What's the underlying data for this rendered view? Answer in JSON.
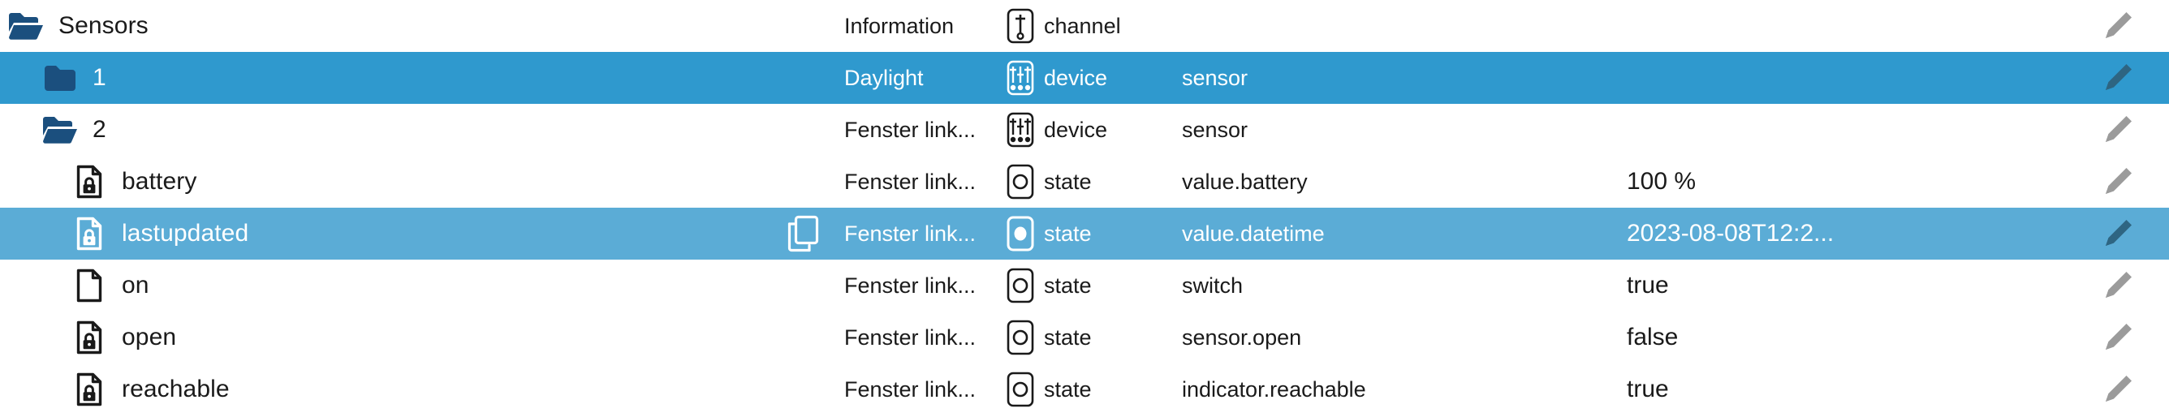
{
  "colors": {
    "selected_strong": "#2f99ce",
    "selected_light": "#5bacd6",
    "folder": "#1b4f7e",
    "text": "#1a1a1a",
    "text_selected": "#ffffff",
    "pencil_default": "#9b9b9b",
    "pencil_selected": "#2e6582"
  },
  "columns": {
    "name_header": "",
    "info_header": "",
    "kind_header": "",
    "category_header": "",
    "value_header": ""
  },
  "rows": [
    {
      "name": "Sensors",
      "icon": "folder-open-icon",
      "indent": 0,
      "info": "Information",
      "kind": "channel",
      "kind_icon": "single-slider-icon",
      "category": "",
      "value": "",
      "selected": "none",
      "has_copy_icon": false,
      "edit_icon": "pencil-icon"
    },
    {
      "name": "1",
      "icon": "folder-closed-icon",
      "indent": 1,
      "info": "Daylight",
      "kind": "device",
      "kind_icon": "triple-slider-icon",
      "category": "sensor",
      "value": "",
      "selected": "strong",
      "has_copy_icon": false,
      "edit_icon": "pencil-icon"
    },
    {
      "name": "2",
      "icon": "folder-open-icon",
      "indent": 1,
      "info": "Fenster link...",
      "kind": "device",
      "kind_icon": "triple-slider-icon",
      "category": "sensor",
      "value": "",
      "selected": "none",
      "has_copy_icon": false,
      "edit_icon": "pencil-icon"
    },
    {
      "name": "battery",
      "icon": "file-locked-icon",
      "indent": 2,
      "info": "Fenster link...",
      "kind": "state",
      "kind_icon": "circle-outline-icon",
      "category": "value.battery",
      "value": "100 %",
      "selected": "none",
      "has_copy_icon": false,
      "edit_icon": "pencil-icon"
    },
    {
      "name": "lastupdated",
      "icon": "file-locked-icon",
      "indent": 2,
      "info": "Fenster link...",
      "kind": "state",
      "kind_icon": "circle-filled-icon",
      "category": "value.datetime",
      "value": "2023-08-08T12:2...",
      "selected": "light",
      "has_copy_icon": true,
      "edit_icon": "pencil-icon"
    },
    {
      "name": "on",
      "icon": "file-icon",
      "indent": 2,
      "info": "Fenster link...",
      "kind": "state",
      "kind_icon": "circle-outline-icon",
      "category": "switch",
      "value": "true",
      "selected": "none",
      "has_copy_icon": false,
      "edit_icon": "pencil-icon"
    },
    {
      "name": "open",
      "icon": "file-locked-icon",
      "indent": 2,
      "info": "Fenster link...",
      "kind": "state",
      "kind_icon": "circle-outline-icon",
      "category": "sensor.open",
      "value": "false",
      "selected": "none",
      "has_copy_icon": false,
      "edit_icon": "pencil-icon"
    },
    {
      "name": "reachable",
      "icon": "file-locked-icon",
      "indent": 2,
      "info": "Fenster link...",
      "kind": "state",
      "kind_icon": "circle-outline-icon",
      "category": "indicator.reachable",
      "value": "true",
      "selected": "none",
      "has_copy_icon": false,
      "edit_icon": "pencil-icon"
    }
  ]
}
